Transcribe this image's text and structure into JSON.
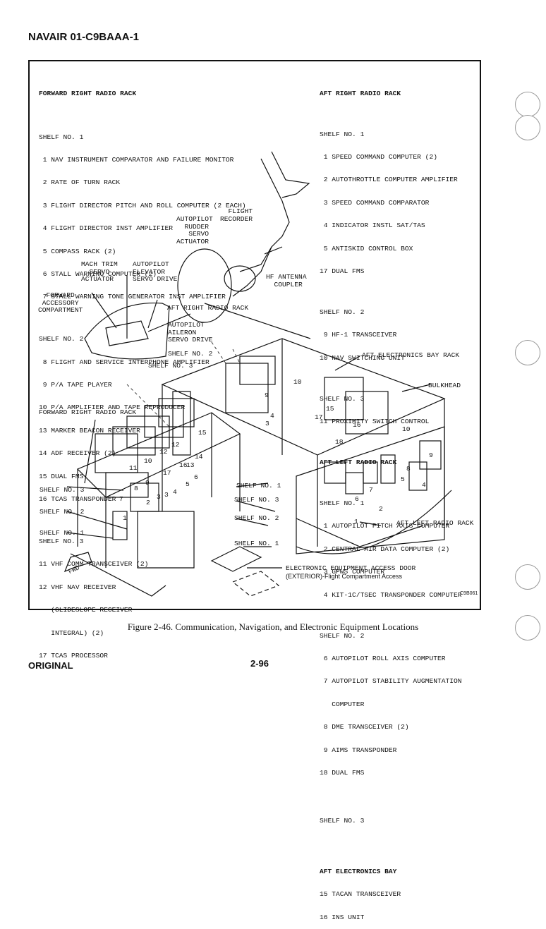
{
  "header": {
    "doc_id": "NAVAIR 01-C9BAAA-1"
  },
  "footer": {
    "left": "ORIGINAL",
    "page": "2-96"
  },
  "figure": {
    "id": "C9B061",
    "caption": "Figure 2-46. Communication, Navigation, and Electronic Equipment Locations"
  },
  "lists": {
    "fwd_right": {
      "title": "FORWARD RIGHT RADIO RACK",
      "shelves": [
        {
          "label": "SHELF NO. 1",
          "items": [
            " 1 NAV INSTRUMENT COMPARATOR AND FAILURE MONITOR",
            " 2 RATE OF TURN RACK",
            " 3 FLIGHT DIRECTOR PITCH AND ROLL COMPUTER (2 EACH)",
            " 4 FLIGHT DIRECTOR INST AMPLIFIER",
            " 5 COMPASS RACK (2)",
            " 6 STALL WARNING COMPUTER (2)",
            " 7 STALL WARNING TONE GENERATOR INST AMPLIFIER"
          ]
        },
        {
          "label": "SHELF NO. 2",
          "items": [
            " 8 FLIGHT AND SERVICE INTERPHONE AMPLIFIER",
            " 9 P/A TAPE PLAYER",
            "10 P/A AMPLIFIER AND TAPE REPRODUCER",
            "13 MARKER BEACON RECEIVER",
            "14 ADF RECEIVER (2)",
            "15 DUAL FMS",
            "16 TCAS TRANSPONDER"
          ]
        },
        {
          "label": "SHELF NO. 3",
          "items": [
            "11 VHF COMM TRANSCEIVER (2)",
            "12 VHF NAV RECEIVER",
            "   (GLIDESLOPE RECEIVER",
            "   INTEGRAL) (2)",
            "17 TCAS PROCESSOR"
          ]
        }
      ]
    },
    "aft_right": {
      "title": "AFT RIGHT RADIO RACK",
      "shelves": [
        {
          "label": "SHELF NO. 1",
          "items": [
            " 1 SPEED COMMAND COMPUTER (2)",
            " 2 AUTOTHROTTLE COMPUTER AMPLIFIER",
            " 3 SPEED COMMAND COMPARATOR",
            " 4 INDICATOR INSTL SAT/TAS",
            " 5 ANTISKID CONTROL BOX",
            "17 DUAL FMS"
          ]
        },
        {
          "label": "SHELF NO. 2",
          "items": [
            " 9 HF-1 TRANSCEIVER",
            "10 NAV SWITCHING UNIT"
          ]
        },
        {
          "label": "SHELF NO. 3",
          "items": [
            "11 PROXIMITY SWITCH CONTROL"
          ]
        }
      ]
    },
    "aft_left": {
      "title": "AFT LEFT RADIO RACK",
      "shelves": [
        {
          "label": "SHELF NO. 1",
          "items": [
            " 1 AUTOPILOT PITCH AXIS COMPUTER",
            " 2 CENTRAL AIR DATA COMPUTER (2)",
            " 3 GPWS COMPUTER",
            " 4 KIT-1C/TSEC TRANSPONDER COMPUTER"
          ]
        },
        {
          "label": "SHELF NO. 2",
          "items": [
            " 6 AUTOPILOT ROLL AXIS COMPUTER",
            " 7 AUTOPILOT STABILITY AUGMENTATION",
            "   COMPUTER",
            " 8 DME TRANSCEIVER (2)",
            " 9 AIMS TRANSPONDER",
            "18 DUAL FMS"
          ]
        },
        {
          "label": "SHELF NO. 3",
          "items": []
        }
      ]
    },
    "aft_bay": {
      "title": "AFT ELECTRONICS BAY",
      "items": [
        "15 TACAN TRANSCEIVER",
        "16 INS UNIT"
      ]
    }
  },
  "callouts": {
    "mach_trim": "MACH TRIM\n  SERVO\nACTUATOR",
    "ap_elevator": "AUTOPILOT\nELEVATOR\nSERVO DRIVE",
    "ap_rudder": "AUTOPILOT\n  RUDDER\n   SERVO\nACTUATOR",
    "flight_recorder": "  FLIGHT\nRECORDER",
    "hf_coupler": "HF ANTENNA\n  COUPLER",
    "fwd_accessory": "  FORWARD\n ACCESSORY\nCOMPARTMENT",
    "aft_right_rack": "AFT RIGHT RADIO RACK",
    "ap_aileron": "AUTOPILOT\nAILERON\nSERVO DRIVE",
    "shelf2": "SHELF NO. 2",
    "shelf3": "SHELF NO. 3",
    "aft_bay_rack": "AFT ELECTRONICS BAY RACK",
    "bulkhead": "BULKHEAD",
    "fwd_right_rack": "FORWARD RIGHT RADIO RACK",
    "left_shelf3": "SHELF NO. 3",
    "left_shelf2": "SHELF NO. 2",
    "left_shelf1": "SHELF NO. 1",
    "mid_shelf1": "SHELF NO. 1",
    "mid_shelf3": "SHELF NO. 3",
    "mid_shelf2": "SHELF NO. 2",
    "bottom_shelf1": "SHELF NO. 1",
    "aft_left_rack": "AFT LEFT RADIO RACK",
    "access_door": "ELECTRONIC EQUIPMENT ACCESS DOOR",
    "access_door_sub": "(EXTERIOR)-Flight Compartment Access",
    "fwd_arrow": "FWD"
  },
  "box_numbers": {
    "aft_rack": [
      "10",
      "9",
      "4",
      "3",
      "17",
      "15",
      "16",
      "10",
      "18",
      "9",
      "8",
      "7",
      "6",
      "2",
      "1",
      "4",
      "5"
    ],
    "fwd_rack": [
      "15",
      "12",
      "12",
      "11",
      "10",
      "9",
      "8",
      "7",
      "1",
      "17",
      "16",
      "13",
      "14",
      "6",
      "5",
      "4",
      "3",
      "2",
      "3"
    ]
  }
}
